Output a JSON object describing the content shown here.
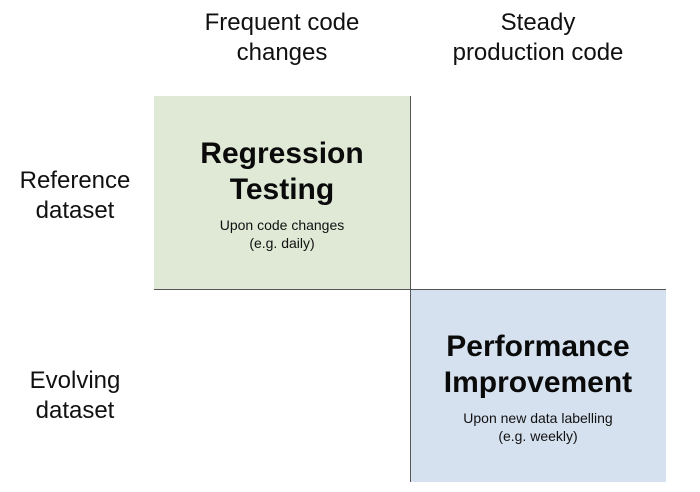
{
  "columns": [
    {
      "line1": "Frequent code",
      "line2": "changes"
    },
    {
      "line1": "Steady",
      "line2": "production code"
    }
  ],
  "rows": [
    {
      "line1": "Reference",
      "line2": "dataset"
    },
    {
      "line1": "Evolving",
      "line2": "dataset"
    }
  ],
  "cells": {
    "regression": {
      "title1": "Regression",
      "title2": "Testing",
      "sub1": "Upon code changes",
      "sub2": "(e.g. daily)",
      "color": "#dfe9d6"
    },
    "performance": {
      "title1": "Performance",
      "title2": "Improvement",
      "sub1": "Upon new data labelling",
      "sub2": "(e.g. weekly)",
      "color": "#d6e1ef"
    }
  }
}
